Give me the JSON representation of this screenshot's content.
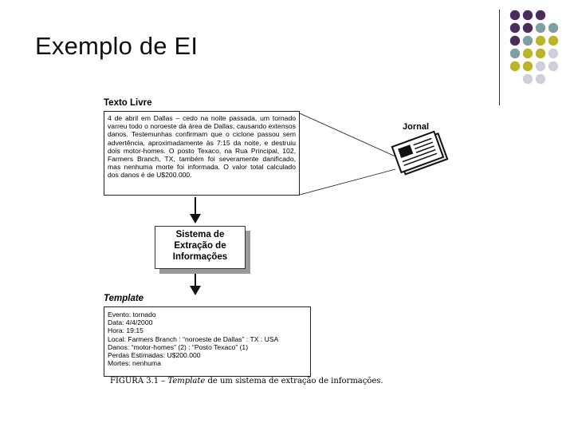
{
  "slide": {
    "title": "Exemplo de EI"
  },
  "diagram": {
    "free_text_label": "Texto Livre",
    "free_text_body": "4 de abril em Dallas – cedo na noite passada, um tornado varreu todo o noroeste da área de Dallas, causando extensos danos. Testemunhas confirmam que o ciclone passou sem advertência, aproximadamente às 7:15 da noite, e destruiu dois motor-homes. O posto Texaco, na Rua Principal, 102, Farmers Branch, TX, também foi severamente danificado, mas nenhuma morte foi informada. O valor total calculado dos danos é de U$200.000.",
    "newspaper_label": "Jornal",
    "system_box": [
      "Sistema de",
      "Extração de",
      "Informações"
    ],
    "template_label": "Template",
    "template_lines": [
      "Evento: tornado",
      "Data: 4/4/2000",
      "Hora: 19:15",
      "Local: Farmers Branch : “noroeste de Dallas” : TX : USA",
      "Danos: “motor-homes” (2) : “Posto Texaco” (1)",
      "Perdas Estimadas: U$200.000",
      "Mortes: nenhuma"
    ],
    "caption_prefix": "FIGURA 3.1 – ",
    "caption_italic": "Template",
    "caption_suffix": " de um sistema de extração de informações."
  },
  "decor": {
    "colors": {
      "purple": "#4b2a5e",
      "teal": "#7f9fa0",
      "olive": "#b9b62b",
      "lavender": "#cfcfe0"
    },
    "dot_grid": [
      [
        "purple",
        "purple",
        "purple",
        null
      ],
      [
        "purple",
        "purple",
        "teal",
        "teal"
      ],
      [
        "purple",
        "teal",
        "olive",
        "olive"
      ],
      [
        "teal",
        "olive",
        "olive",
        "lavender"
      ],
      [
        "olive",
        "olive",
        "lavender",
        "lavender"
      ],
      [
        null,
        "lavender",
        "lavender",
        null
      ]
    ]
  }
}
